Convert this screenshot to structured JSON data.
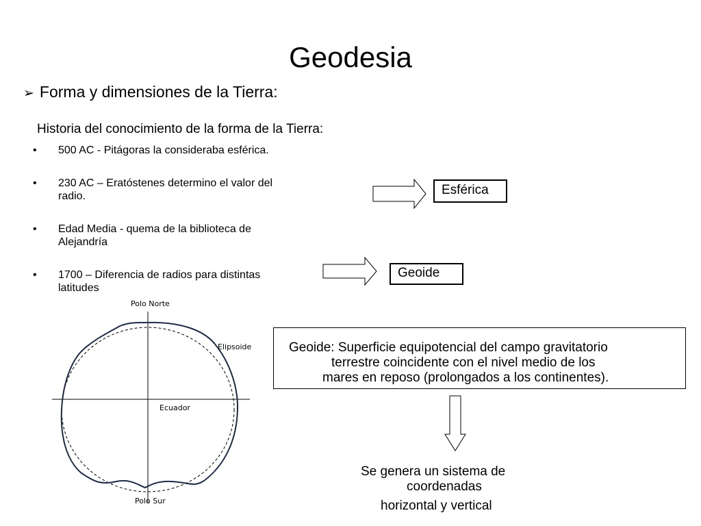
{
  "slide": {
    "title": "Geodesia",
    "subtitle": {
      "marker": "➢",
      "text": "Forma y dimensiones de la Tierra:"
    },
    "intro": "Historia del conocimiento de la forma de la Tierra:",
    "bullet_glyph": "•",
    "bullets": [
      {
        "lines": [
          "500 AC - Pitágoras la consideraba esférica."
        ]
      },
      {
        "lines": [
          "230 AC – Eratóstenes determino el valor del",
          "radio."
        ]
      },
      {
        "lines": [
          "Edad Media - quema de la biblioteca de",
          "Alejandría"
        ]
      },
      {
        "lines": [
          "1700 – Diferencia de radios para distintas",
          "latitudes"
        ]
      }
    ],
    "boxes": {
      "esferica": "Esférica",
      "geoide": "Geoide"
    },
    "diagram": {
      "north": "Polo Norte",
      "south": "Polo Sur",
      "ellipsoid": "Elipsoide",
      "equator": "Ecuador"
    },
    "definition": {
      "lines": [
        "Geoide: Superficie equipotencial del campo gravitatorio",
        "terrestre  coincidente con el nivel medio de los",
        "mares en reposo (prolongados a los continentes)."
      ]
    },
    "result": {
      "lines": [
        "Se genera un sistema de",
        "coordenadas",
        "horizontal y vertical"
      ]
    },
    "colors": {
      "geoid_curve": "#1f2a44",
      "text": "#000000"
    }
  }
}
